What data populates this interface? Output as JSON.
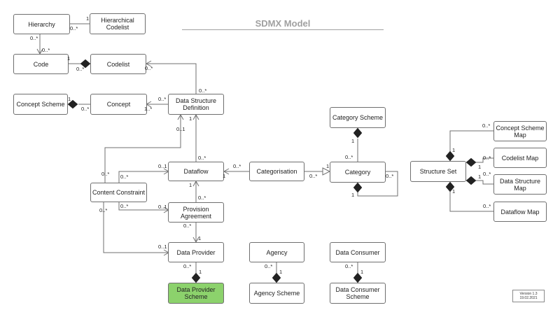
{
  "diagram": {
    "title": "SDMX Model",
    "version_line1": "Version 1.3",
    "version_line2": "19.02.2021",
    "colors": {
      "highlight": "#8cd26c",
      "line": "#6f6f6f",
      "title": "#a0a0a0"
    },
    "nodes": {
      "hierarchy": "Hierarchy",
      "hierarchical_codelist": "Hierarchical\nCodelist",
      "code": "Code",
      "codelist": "Codelist",
      "concept_scheme": "Concept Scheme",
      "concept": "Concept",
      "dsd": "Data Structure\nDefinition",
      "category_scheme": "Category Scheme",
      "dataflow": "Dataflow",
      "categorisation": "Categorisation",
      "category": "Category",
      "content_constraint": "Content Constraint",
      "provision_agreement": "Provision\nAgreement",
      "data_provider": "Data Provider",
      "agency": "Agency",
      "data_consumer": "Data Consumer",
      "data_provider_scheme": "Data Provider\nScheme",
      "agency_scheme": "Agency Scheme",
      "data_consumer_scheme": "Data Consumer\nScheme",
      "structure_set": "Structure Set",
      "concept_scheme_map": "Concept Scheme\nMap",
      "codelist_map": "Codelist Map",
      "dsd_map": "Data Structure\nMap",
      "dataflow_map": "Dataflow Map"
    },
    "labels": {
      "hcl_h_one": "1",
      "hcl_h_many": "0..*",
      "h_code_a": "0..*",
      "h_code_b": "0..*",
      "code_cl_one": "1",
      "code_cl_many": "0..*",
      "cl_dsd_a": "0..*",
      "cl_dsd_b": "0..*",
      "cs_c_one": "1",
      "cs_c_many": "0..*",
      "c_dsd_a": "0..*",
      "c_dsd_b": "1..*",
      "dsd_df_one": "1",
      "dsd_df_many": "0..*",
      "cc_dsd_a": "0..1",
      "cc_dsd_b": "0..*",
      "cc_df_a": "0..*",
      "cc_df_b": "0..1",
      "df_cat_a": "0..*",
      "df_cat_b": "1",
      "cat_cat_a": "0..*",
      "cat_cat_b": "1",
      "catscheme_one": "1",
      "catscheme_many": "0..*",
      "cat_self_many": "0..*",
      "cat_self_one": "1",
      "df_pa_one": "1",
      "df_pa_many": "0..*",
      "cc_pa_a": "0..*",
      "cc_pa_b": "0..1",
      "pa_dp_a": "0..*",
      "pa_dp_b": "1",
      "cc_dp_a": "0..*",
      "cc_dp_b": "0..1",
      "dp_dps_many": "0..*",
      "dp_dps_one": "1",
      "ag_as_many": "0..*",
      "ag_as_one": "1",
      "dc_dcs_many": "0..*",
      "dc_dcs_one": "1",
      "ss_csm_one": "1",
      "ss_csm_many": "0..*",
      "ss_clm_one": "1",
      "ss_clm_many": "0..*",
      "ss_dsm_one": "1",
      "ss_dsm_many": "0..*",
      "ss_dfm_one": "1",
      "ss_dfm_many": "0..*"
    }
  }
}
